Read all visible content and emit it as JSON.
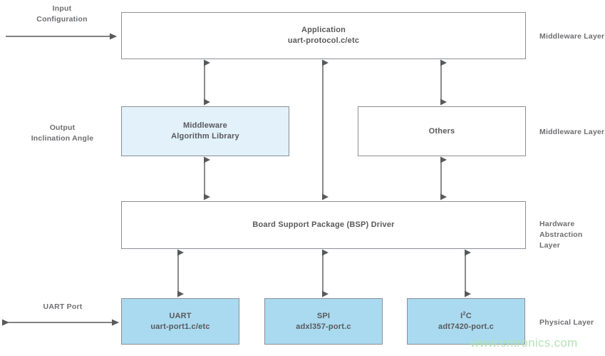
{
  "diagram": {
    "title": "Embedded software layered architecture block diagram",
    "colors": {
      "stroke": "#8b8f94",
      "text": "#58595b",
      "label_text": "#6d6e71",
      "fill_light_blue": "#e2f1fa",
      "fill_blue": "#aadaf0",
      "background": "#ffffff",
      "watermark": "#b6e2b6"
    },
    "boxes": [
      {
        "id": "application",
        "line1": "Application",
        "line2": "uart-protocol.c/etc",
        "fill": "white"
      },
      {
        "id": "middleware-algorithm-library",
        "line1": "Middleware",
        "line2": "Algorithm Library",
        "fill": "light-blue"
      },
      {
        "id": "others",
        "line1": "Others",
        "line2": "",
        "fill": "white"
      },
      {
        "id": "bsp-driver",
        "line1": "Board Support Package (BSP) Driver",
        "line2": "",
        "fill": "white"
      },
      {
        "id": "uart",
        "line1": "UART",
        "line2": "uart-port1.c/etc",
        "fill": "blue"
      },
      {
        "id": "spi",
        "line1": "SPI",
        "line2": "adxl357-port.c",
        "fill": "blue"
      },
      {
        "id": "i2c",
        "line1": "I2C",
        "line2": "adt7420-port.c",
        "fill": "blue"
      }
    ],
    "left_labels": [
      {
        "id": "input-configuration",
        "line1": "Input",
        "line2": "Configuration"
      },
      {
        "id": "output-inclination-angle",
        "line1": "Output",
        "line2": "Inclination Angle"
      },
      {
        "id": "uart-port",
        "line1": "UART Port",
        "line2": ""
      }
    ],
    "right_labels": [
      {
        "id": "middleware-layer-top",
        "line1": "Middleware Layer",
        "line2": ""
      },
      {
        "id": "middleware-layer-mid",
        "line1": "Middleware Layer",
        "line2": ""
      },
      {
        "id": "hardware-abstraction-layer",
        "line1": "Hardware",
        "line2": "Abstraction Layer"
      },
      {
        "id": "physical-layer",
        "line1": "Physical Layer",
        "line2": ""
      }
    ],
    "watermark": "www.cntronics.com"
  }
}
